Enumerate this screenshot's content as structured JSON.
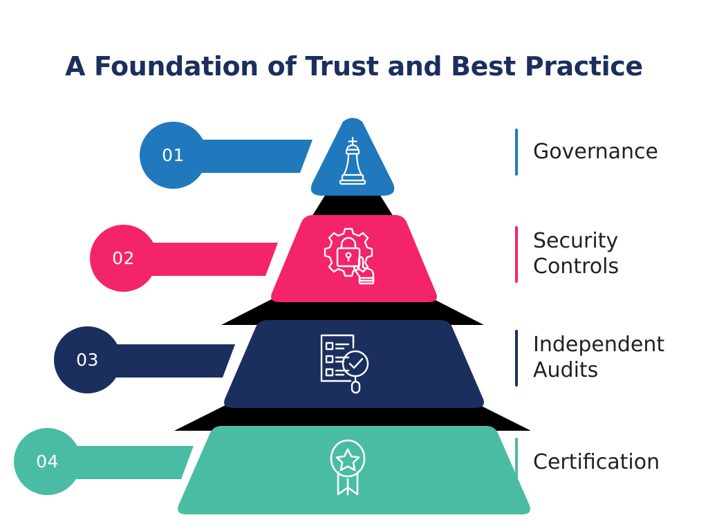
{
  "title": "A Foundation of Trust and Best Practice",
  "background_color": "#ffffff",
  "title_color": "#1b2f5e",
  "label_text_color": "#231f20",
  "connector_color": "#000000",
  "tiers": [
    {
      "number": "01",
      "label": "Governance",
      "color": "#2079bc",
      "icon": "chess-king-icon",
      "shape": "triangle"
    },
    {
      "number": "02",
      "label": "Security\nControls",
      "color": "#f4246b",
      "icon": "gear-padlock-click-icon",
      "shape": "trapezoid"
    },
    {
      "number": "03",
      "label": "Independent\nAudits",
      "color": "#1b2f5e",
      "icon": "checklist-magnifier-icon",
      "shape": "trapezoid"
    },
    {
      "number": "04",
      "label": "Certification",
      "color": "#4bbca4",
      "icon": "award-ribbon-icon",
      "shape": "trapezoid"
    }
  ]
}
